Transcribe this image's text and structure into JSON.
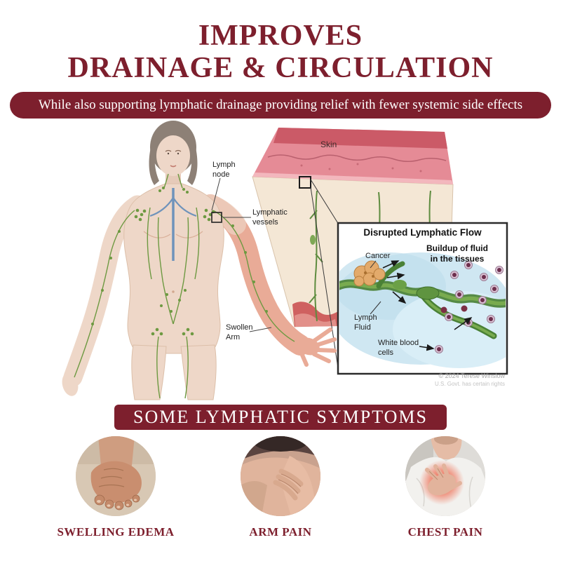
{
  "header": {
    "title_line1": "IMPROVES",
    "title_line2": "DRAINAGE & CIRCULATION",
    "banner": "While also supporting lymphatic drainage providing relief with fewer systemic side effects"
  },
  "anatomy": {
    "skin_label": "Skin",
    "lymph_node_label": "Lymph\nnode",
    "lymphatic_vessels_label": "Lymphatic\nvessels",
    "swollen_arm_label": "Swollen\nArm"
  },
  "inset": {
    "title": "Disrupted Lymphatic Flow",
    "cancer_label": "Cancer",
    "buildup_label": "Buildup of fluid\nin the tissues",
    "lymph_fluid_label": "Lymph\nFluid",
    "white_blood_cells_label": "White blood\ncells",
    "credit_line1": "© 2024 Terese Winslow",
    "credit_line2": "U.S. Govt. has certain rights"
  },
  "symptoms": {
    "banner": "SOME LYMPHATIC SYMPTOMS",
    "items": [
      {
        "label": "SWELLING EDEMA"
      },
      {
        "label": "ARM PAIN"
      },
      {
        "label": "CHEST PAIN"
      }
    ]
  },
  "colors": {
    "maroon": "#7d1f2d",
    "skin": "#eed7c8",
    "swollen_skin": "#e9ab97",
    "lymph_green": "#6d9941",
    "inset_blue": "#cfe7f2"
  }
}
